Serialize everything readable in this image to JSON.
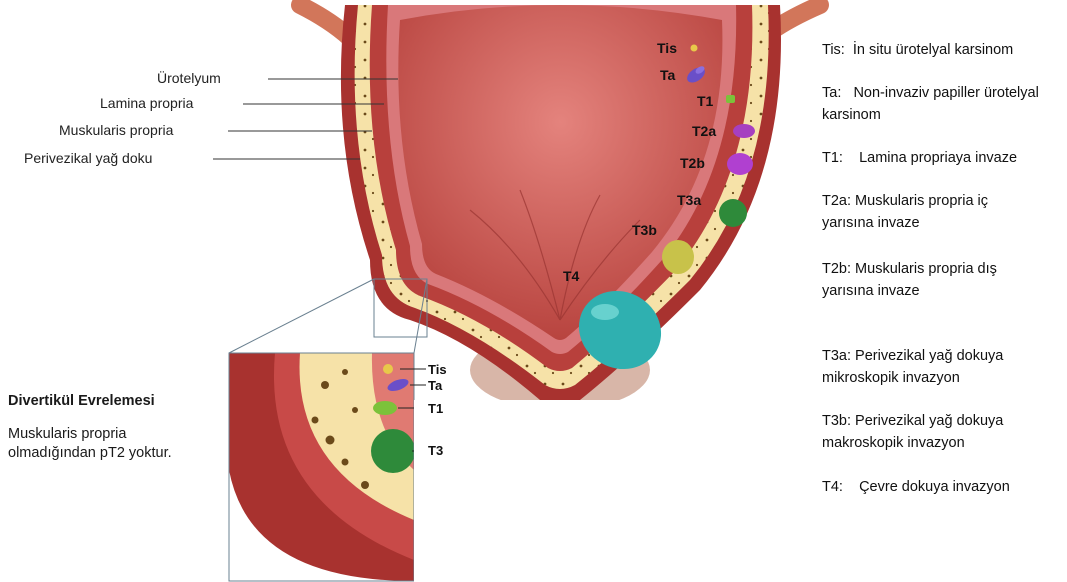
{
  "layer_labels": [
    "Ürotelyum",
    "Lamina propria",
    "Muskularis propria",
    "Perivezikal yağ doku"
  ],
  "stage_markers": [
    "Tis",
    "Ta",
    "T1",
    "T2a",
    "T2b",
    "T3a",
    "T3b",
    "T4"
  ],
  "inset_markers": [
    "Tis",
    "Ta",
    "T1",
    "T3"
  ],
  "legend": [
    {
      "code": "Tis:",
      "text": "İn situ ürotelyal karsinom"
    },
    {
      "code": "Ta:",
      "text": "Non-invaziv papiller ürotelyal karsinom"
    },
    {
      "code": "T1:",
      "text": "Lamina propriaya invaze"
    },
    {
      "code": "T2a:",
      "text": "Muskularis propria iç yarısına invaze"
    },
    {
      "code": "T2b:",
      "text": "Muskularis propria dış yarısına invaze"
    },
    {
      "code": "T3a:",
      "text": "Perivezikal yağ dokuya mikroskopik invazyon"
    },
    {
      "code": "T3b:",
      "text": "Perivezikal yağ dokuya makroskopik invazyon"
    },
    {
      "code": "T4:",
      "text": "Çevre dokuya invazyon"
    }
  ],
  "note": {
    "title": "Divertikül Evrelemesi",
    "body": "Muskularis propria olmadığından pT2 yoktur."
  },
  "colors": {
    "tis": "#e8c84a",
    "ta": "#6a4fc8",
    "t1": "#7cc23a",
    "t2a": "#a63fc0",
    "t2b": "#b040d0",
    "t3a": "#2e8a3a",
    "t3b": "#c8c24a",
    "t4": "#2fb0b0",
    "fat": "#f6e2a8",
    "muscle": "#b83a3a",
    "mucosa": "#d9787a",
    "lumen": "#d86a66"
  }
}
